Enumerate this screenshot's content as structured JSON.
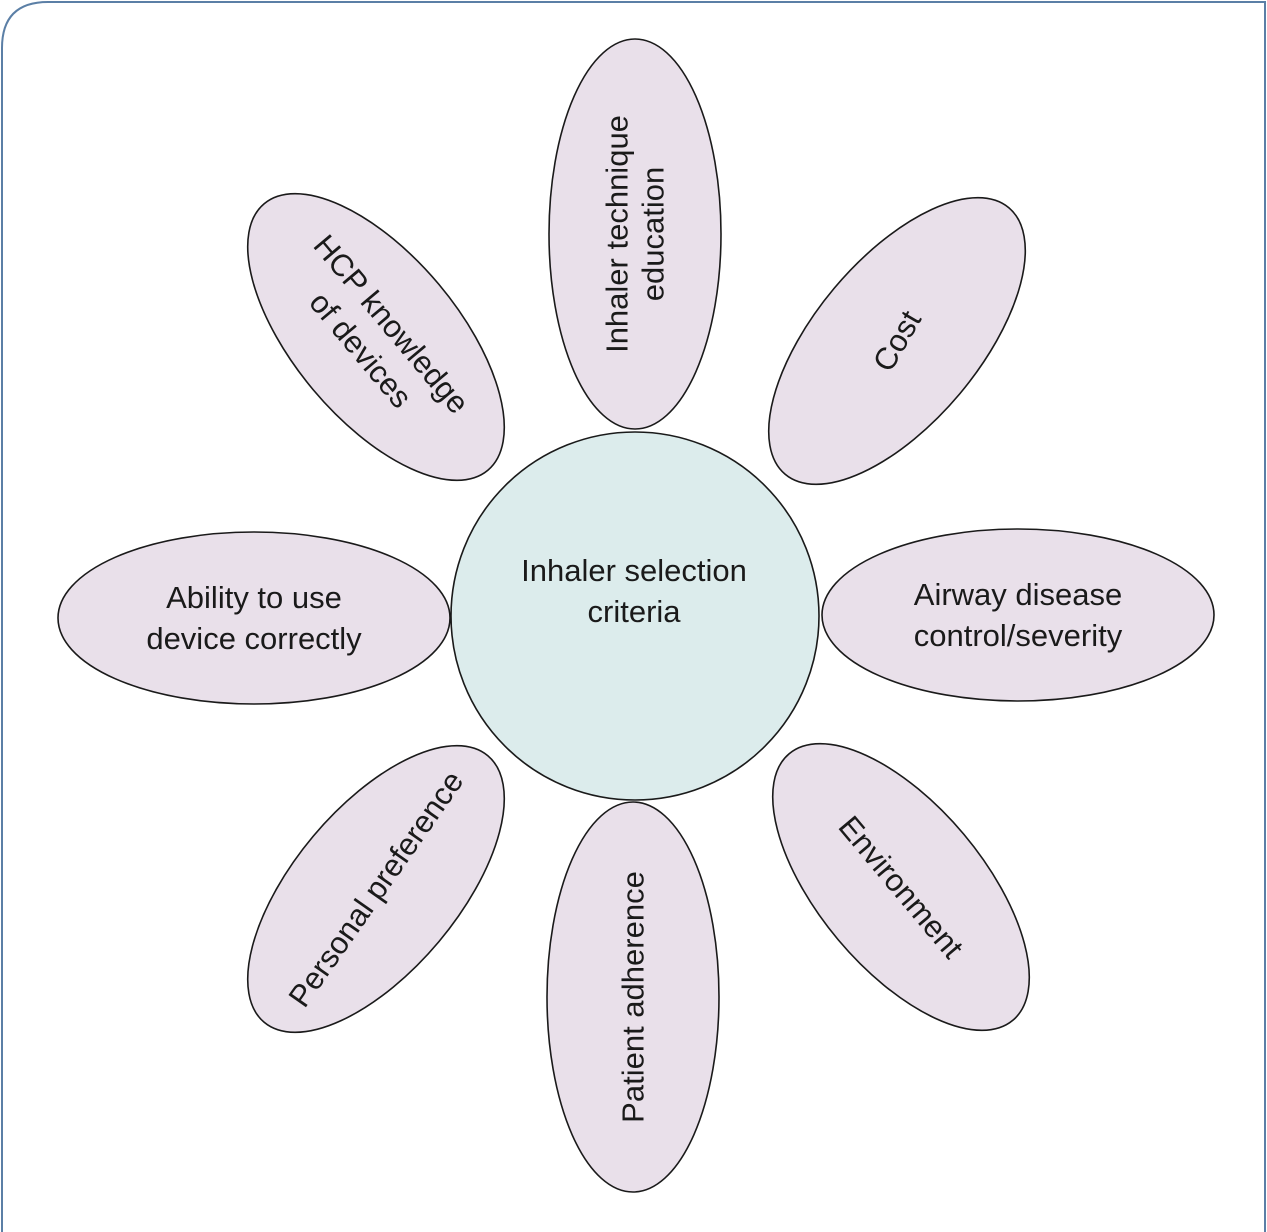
{
  "diagram": {
    "type": "flower",
    "center": {
      "lines": [
        "Inhaler selection",
        "criteria"
      ]
    },
    "petals": [
      {
        "id": "inhaler-technique-education",
        "lines": [
          "Inhaler technique",
          "education"
        ]
      },
      {
        "id": "cost",
        "lines": [
          "Cost"
        ]
      },
      {
        "id": "airway-disease-control",
        "lines": [
          "Airway disease",
          "control/severity"
        ]
      },
      {
        "id": "environment",
        "lines": [
          "Environment"
        ]
      },
      {
        "id": "patient-adherence",
        "lines": [
          "Patient adherence"
        ]
      },
      {
        "id": "personal-preference",
        "lines": [
          "Personal preference"
        ]
      },
      {
        "id": "ability-to-use-device",
        "lines": [
          "Ability to use",
          "device correctly"
        ]
      },
      {
        "id": "hcp-knowledge",
        "lines": [
          "HCP knowledge",
          "of devices"
        ]
      }
    ],
    "colors": {
      "petal_fill": "#e9e0ea",
      "center_fill": "#dcecec",
      "outline": "#1a1a1a",
      "frame_border": "#5b7fa6"
    }
  }
}
